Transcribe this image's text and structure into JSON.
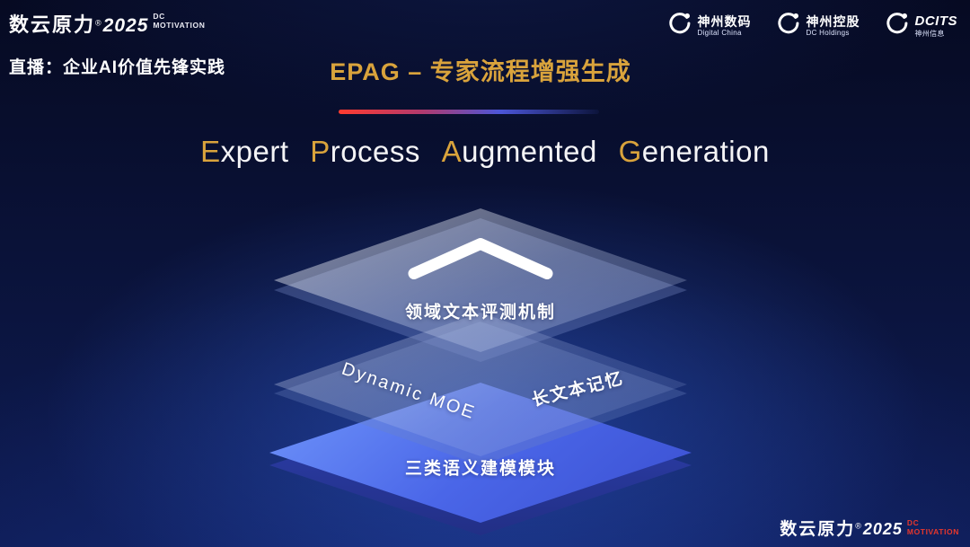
{
  "brand": {
    "name": "数云原力",
    "reg": "®",
    "year": "2025",
    "dc": "DC",
    "motivation": "MOTIVATION"
  },
  "header": {
    "live_label": "直播：企业AI价值先锋实践",
    "title": "EPAG – 专家流程增强生成"
  },
  "partners": [
    {
      "icon": "swoosh-icon",
      "title": "神州数码",
      "subtitle": "Digital China"
    },
    {
      "icon": "swoosh-icon",
      "title": "神州控股",
      "subtitle": "DC Holdings"
    },
    {
      "icon": "swoosh-icon",
      "title": "DCITS",
      "subtitle": "神州信息"
    }
  ],
  "heading": {
    "words": [
      {
        "accent": "E",
        "rest": "xpert"
      },
      {
        "accent": "P",
        "rest": "rocess"
      },
      {
        "accent": "A",
        "rest": "ugmented"
      },
      {
        "accent": "G",
        "rest": "eneration"
      }
    ]
  },
  "diagram": {
    "top_layer": {
      "icon": "chevron-up-icon",
      "label": "领域文本评测机制"
    },
    "middle_layer": {
      "left_label": "Dynamic MOE",
      "right_label": "长文本记忆"
    },
    "bottom_layer": {
      "label": "三类语义建模模块"
    }
  },
  "colors": {
    "accent_gold": "#d9a33c",
    "accent_red": "#e8372c",
    "layer_blue": "#4a66e8",
    "background_navy": "#0a1238"
  }
}
